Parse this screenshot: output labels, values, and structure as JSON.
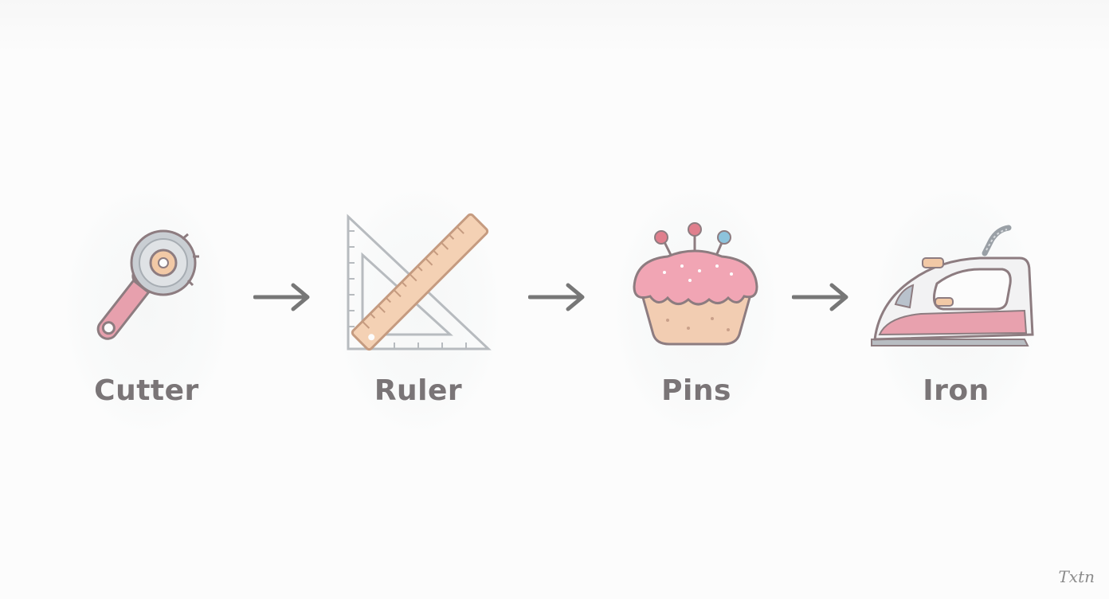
{
  "steps": [
    {
      "label": "Cutter",
      "icon": "rotary-cutter-icon"
    },
    {
      "label": "Ruler",
      "icon": "ruler-icon"
    },
    {
      "label": "Pins",
      "icon": "pin-cushion-icon"
    },
    {
      "label": "Iron",
      "icon": "iron-icon"
    }
  ],
  "connectors": [
    "arrow-right-icon",
    "arrow-right-icon",
    "arrow-right-icon"
  ],
  "watermark": "Txtn",
  "colors": {
    "label": "#7a7577",
    "arrow": "#777777",
    "pink": "#e59aa8",
    "peach": "#f2c9a6",
    "outline": "#8d7c80"
  }
}
